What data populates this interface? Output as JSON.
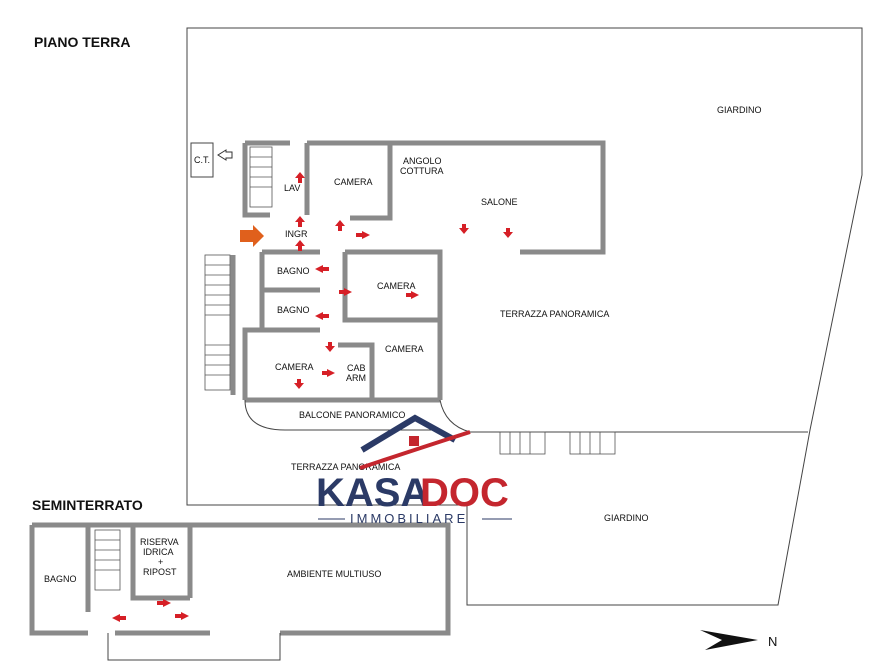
{
  "floors": {
    "ground": "PIANO  TERRA",
    "basement": "SEMINTERRATO"
  },
  "rooms": {
    "giardino_top": "GIARDINO",
    "ct": "C.T.",
    "lav": "LAV",
    "camera_1": "CAMERA",
    "angolo_cottura_1": "ANGOLO",
    "angolo_cottura_2": "COTTURA",
    "salone": "SALONE",
    "ingr": "INGR",
    "bagno_1": "BAGNO",
    "camera_2": "CAMERA",
    "bagno_2": "BAGNO",
    "terrazza_panoramica_1": "TERRAZZA PANORAMICA",
    "camera_3": "CAMERA",
    "camera_4": "CAMERA",
    "cab_arm_1": "CAB",
    "cab_arm_2": "ARM",
    "balcone_panoramico": "BALCONE PANORAMICO",
    "terrazza_panoramica_2": "TERRAZZA PANORAMICA",
    "giardino_bottom": "GIARDINO",
    "riserva_1": "RISERVA",
    "riserva_2": "IDRICA",
    "riserva_3": "+",
    "riserva_4": "RIPOST",
    "bagno_basement": "BAGNO",
    "ambiente_multiuso": "AMBIENTE MULTIUSO"
  },
  "logo": {
    "part1": "KASA",
    "part2": "DOC",
    "subtitle": "IMMOBILIARE",
    "color_primary": "#2b3a66",
    "color_accent": "#c4262e"
  },
  "compass": {
    "label": "N"
  },
  "colors": {
    "arrow": "#d61f26",
    "entry_arrow": "#e0601c",
    "wall": "#8a8a8a"
  }
}
